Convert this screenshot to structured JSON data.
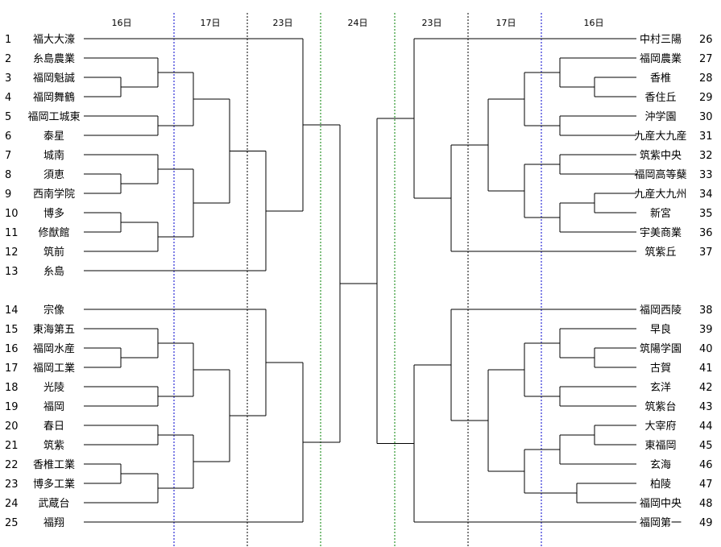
{
  "colors": {
    "line": "#000000",
    "day_17": "#0000cc",
    "day_24": "#008000",
    "day_16": "#000000",
    "day_23": "#000000"
  },
  "headers": [
    {
      "id": "l16",
      "label": "16日",
      "color": "day_16"
    },
    {
      "id": "l17",
      "label": "17日",
      "color": "day_17"
    },
    {
      "id": "l23",
      "label": "23日",
      "color": "day_23"
    },
    {
      "id": "c24",
      "label": "24日",
      "color": "day_24"
    },
    {
      "id": "r23",
      "label": "23日",
      "color": "day_23"
    },
    {
      "id": "r17",
      "label": "17日",
      "color": "day_17"
    },
    {
      "id": "r16",
      "label": "16日",
      "color": "day_16"
    }
  ],
  "left_teams": [
    {
      "num": "1",
      "name": "福大大濠"
    },
    {
      "num": "2",
      "name": "糸島農業"
    },
    {
      "num": "3",
      "name": "福岡魁誠"
    },
    {
      "num": "4",
      "name": "福岡舞鶴"
    },
    {
      "num": "5",
      "name": "福岡工城東"
    },
    {
      "num": "6",
      "name": "泰星"
    },
    {
      "num": "7",
      "name": "城南"
    },
    {
      "num": "8",
      "name": "須恵"
    },
    {
      "num": "9",
      "name": "西南学院"
    },
    {
      "num": "10",
      "name": "博多"
    },
    {
      "num": "11",
      "name": "修猷館"
    },
    {
      "num": "12",
      "name": "筑前"
    },
    {
      "num": "13",
      "name": "糸島"
    },
    {
      "num": "14",
      "name": "宗像"
    },
    {
      "num": "15",
      "name": "東海第五"
    },
    {
      "num": "16",
      "name": "福岡水産"
    },
    {
      "num": "17",
      "name": "福岡工業"
    },
    {
      "num": "18",
      "name": "光陵"
    },
    {
      "num": "19",
      "name": "福岡"
    },
    {
      "num": "20",
      "name": "春日"
    },
    {
      "num": "21",
      "name": "筑紫"
    },
    {
      "num": "22",
      "name": "香椎工業"
    },
    {
      "num": "23",
      "name": "博多工業"
    },
    {
      "num": "24",
      "name": "武蔵台"
    },
    {
      "num": "25",
      "name": "福翔"
    }
  ],
  "right_teams": [
    {
      "num": "26",
      "name": "中村三陽"
    },
    {
      "num": "27",
      "name": "福岡農業"
    },
    {
      "num": "28",
      "name": "香椎"
    },
    {
      "num": "29",
      "name": "香住丘"
    },
    {
      "num": "30",
      "name": "沖学園"
    },
    {
      "num": "31",
      "name": "九産大九産"
    },
    {
      "num": "32",
      "name": "筑紫中央"
    },
    {
      "num": "33",
      "name": "福岡高等蘖"
    },
    {
      "num": "34",
      "name": "九産大九州"
    },
    {
      "num": "35",
      "name": "新宮"
    },
    {
      "num": "36",
      "name": "宇美商業"
    },
    {
      "num": "37",
      "name": "筑紫丘"
    },
    {
      "num": "38",
      "name": "福岡西陵"
    },
    {
      "num": "39",
      "name": "早良"
    },
    {
      "num": "40",
      "name": "筑陽学園"
    },
    {
      "num": "41",
      "name": "古賀"
    },
    {
      "num": "42",
      "name": "玄洋"
    },
    {
      "num": "43",
      "name": "筑紫台"
    },
    {
      "num": "44",
      "name": "大宰府"
    },
    {
      "num": "45",
      "name": "東福岡"
    },
    {
      "num": "46",
      "name": "玄海"
    },
    {
      "num": "47",
      "name": "柏陵"
    },
    {
      "num": "48",
      "name": "福岡中央"
    },
    {
      "num": "49",
      "name": "福岡第一"
    }
  ]
}
